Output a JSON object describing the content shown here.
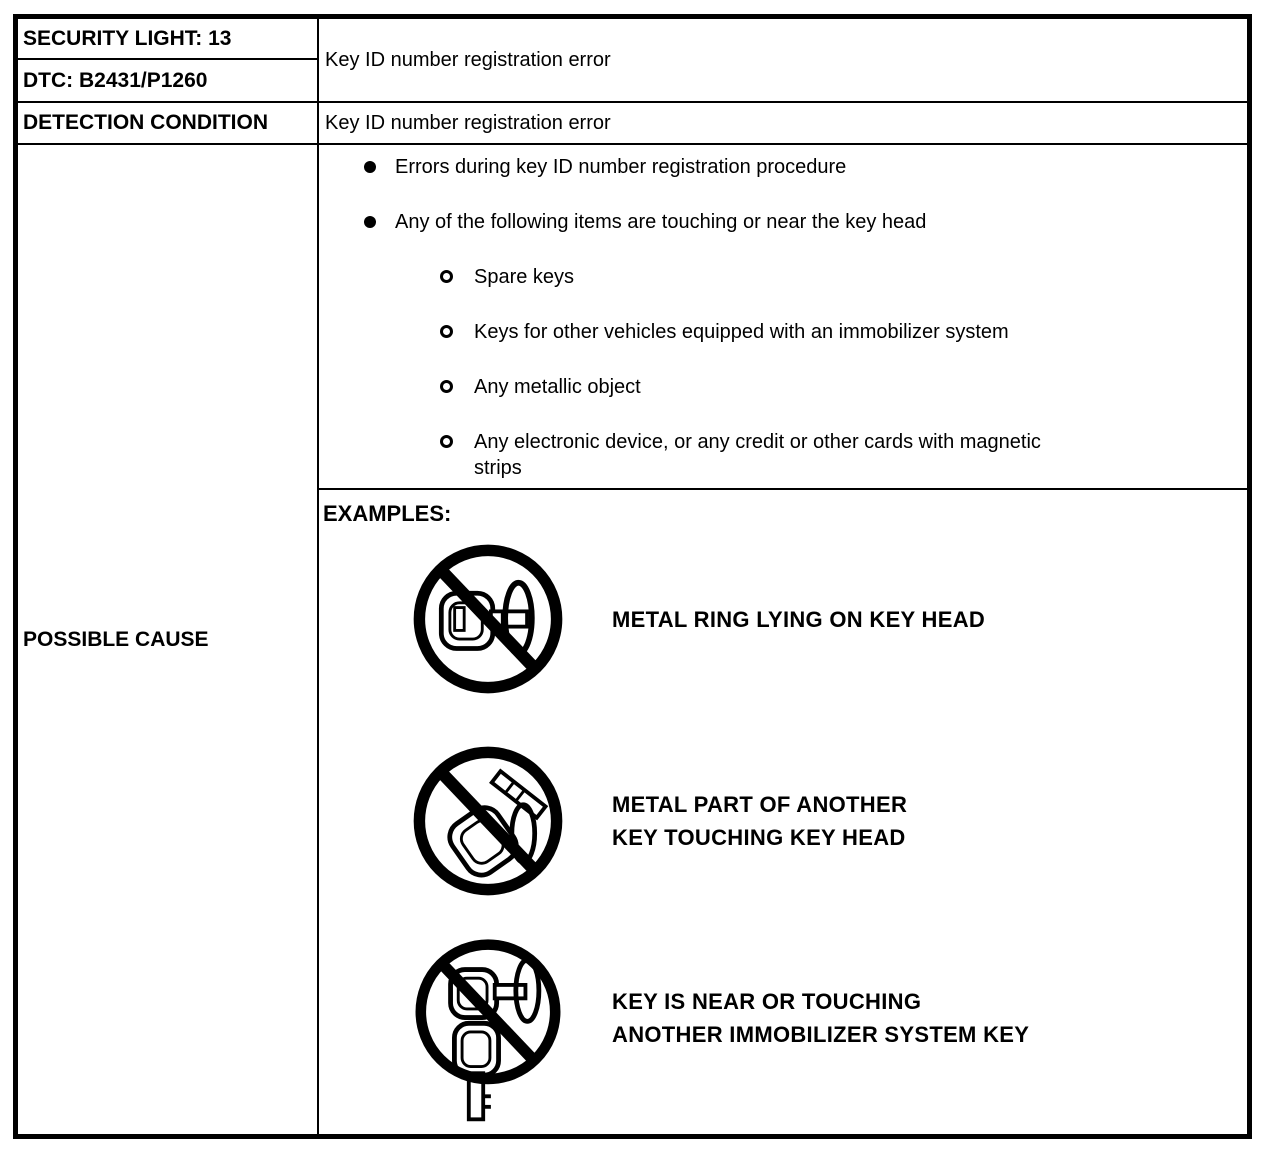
{
  "table": {
    "security_light": "SECURITY LIGHT: 13",
    "dtc": "DTC: B2431/P1260",
    "fault_description": "Key ID number registration error",
    "detection_condition_label": "DETECTION CONDITION",
    "detection_condition_value": "Key ID number registration error",
    "possible_cause_label": "POSSIBLE CAUSE"
  },
  "causes": [
    {
      "text": "Errors during key ID number registration procedure"
    },
    {
      "text": "Any of the following items are touching or near the key head"
    }
  ],
  "cause_sub_items": [
    {
      "text": "Spare keys"
    },
    {
      "text": "Keys for other vehicles equipped with an immobilizer system"
    },
    {
      "text": "Any metallic object"
    },
    {
      "text": "Any electronic device, or any credit or other cards with magnetic\nstrips"
    }
  ],
  "examples": {
    "heading": "EXAMPLES:",
    "items": [
      {
        "icon": "prohibited-metal-ring-on-key-icon",
        "caption": "METAL RING LYING ON KEY HEAD"
      },
      {
        "icon": "prohibited-key-touching-key-icon",
        "caption": "METAL PART OF ANOTHER\nKEY TOUCHING KEY HEAD"
      },
      {
        "icon": "prohibited-key-near-immobilizer-key-icon",
        "caption": "KEY IS NEAR OR TOUCHING\nANOTHER IMMOBILIZER SYSTEM KEY"
      }
    ]
  },
  "colors": {
    "text": "#000000",
    "border": "#000000",
    "background": "#ffffff"
  }
}
